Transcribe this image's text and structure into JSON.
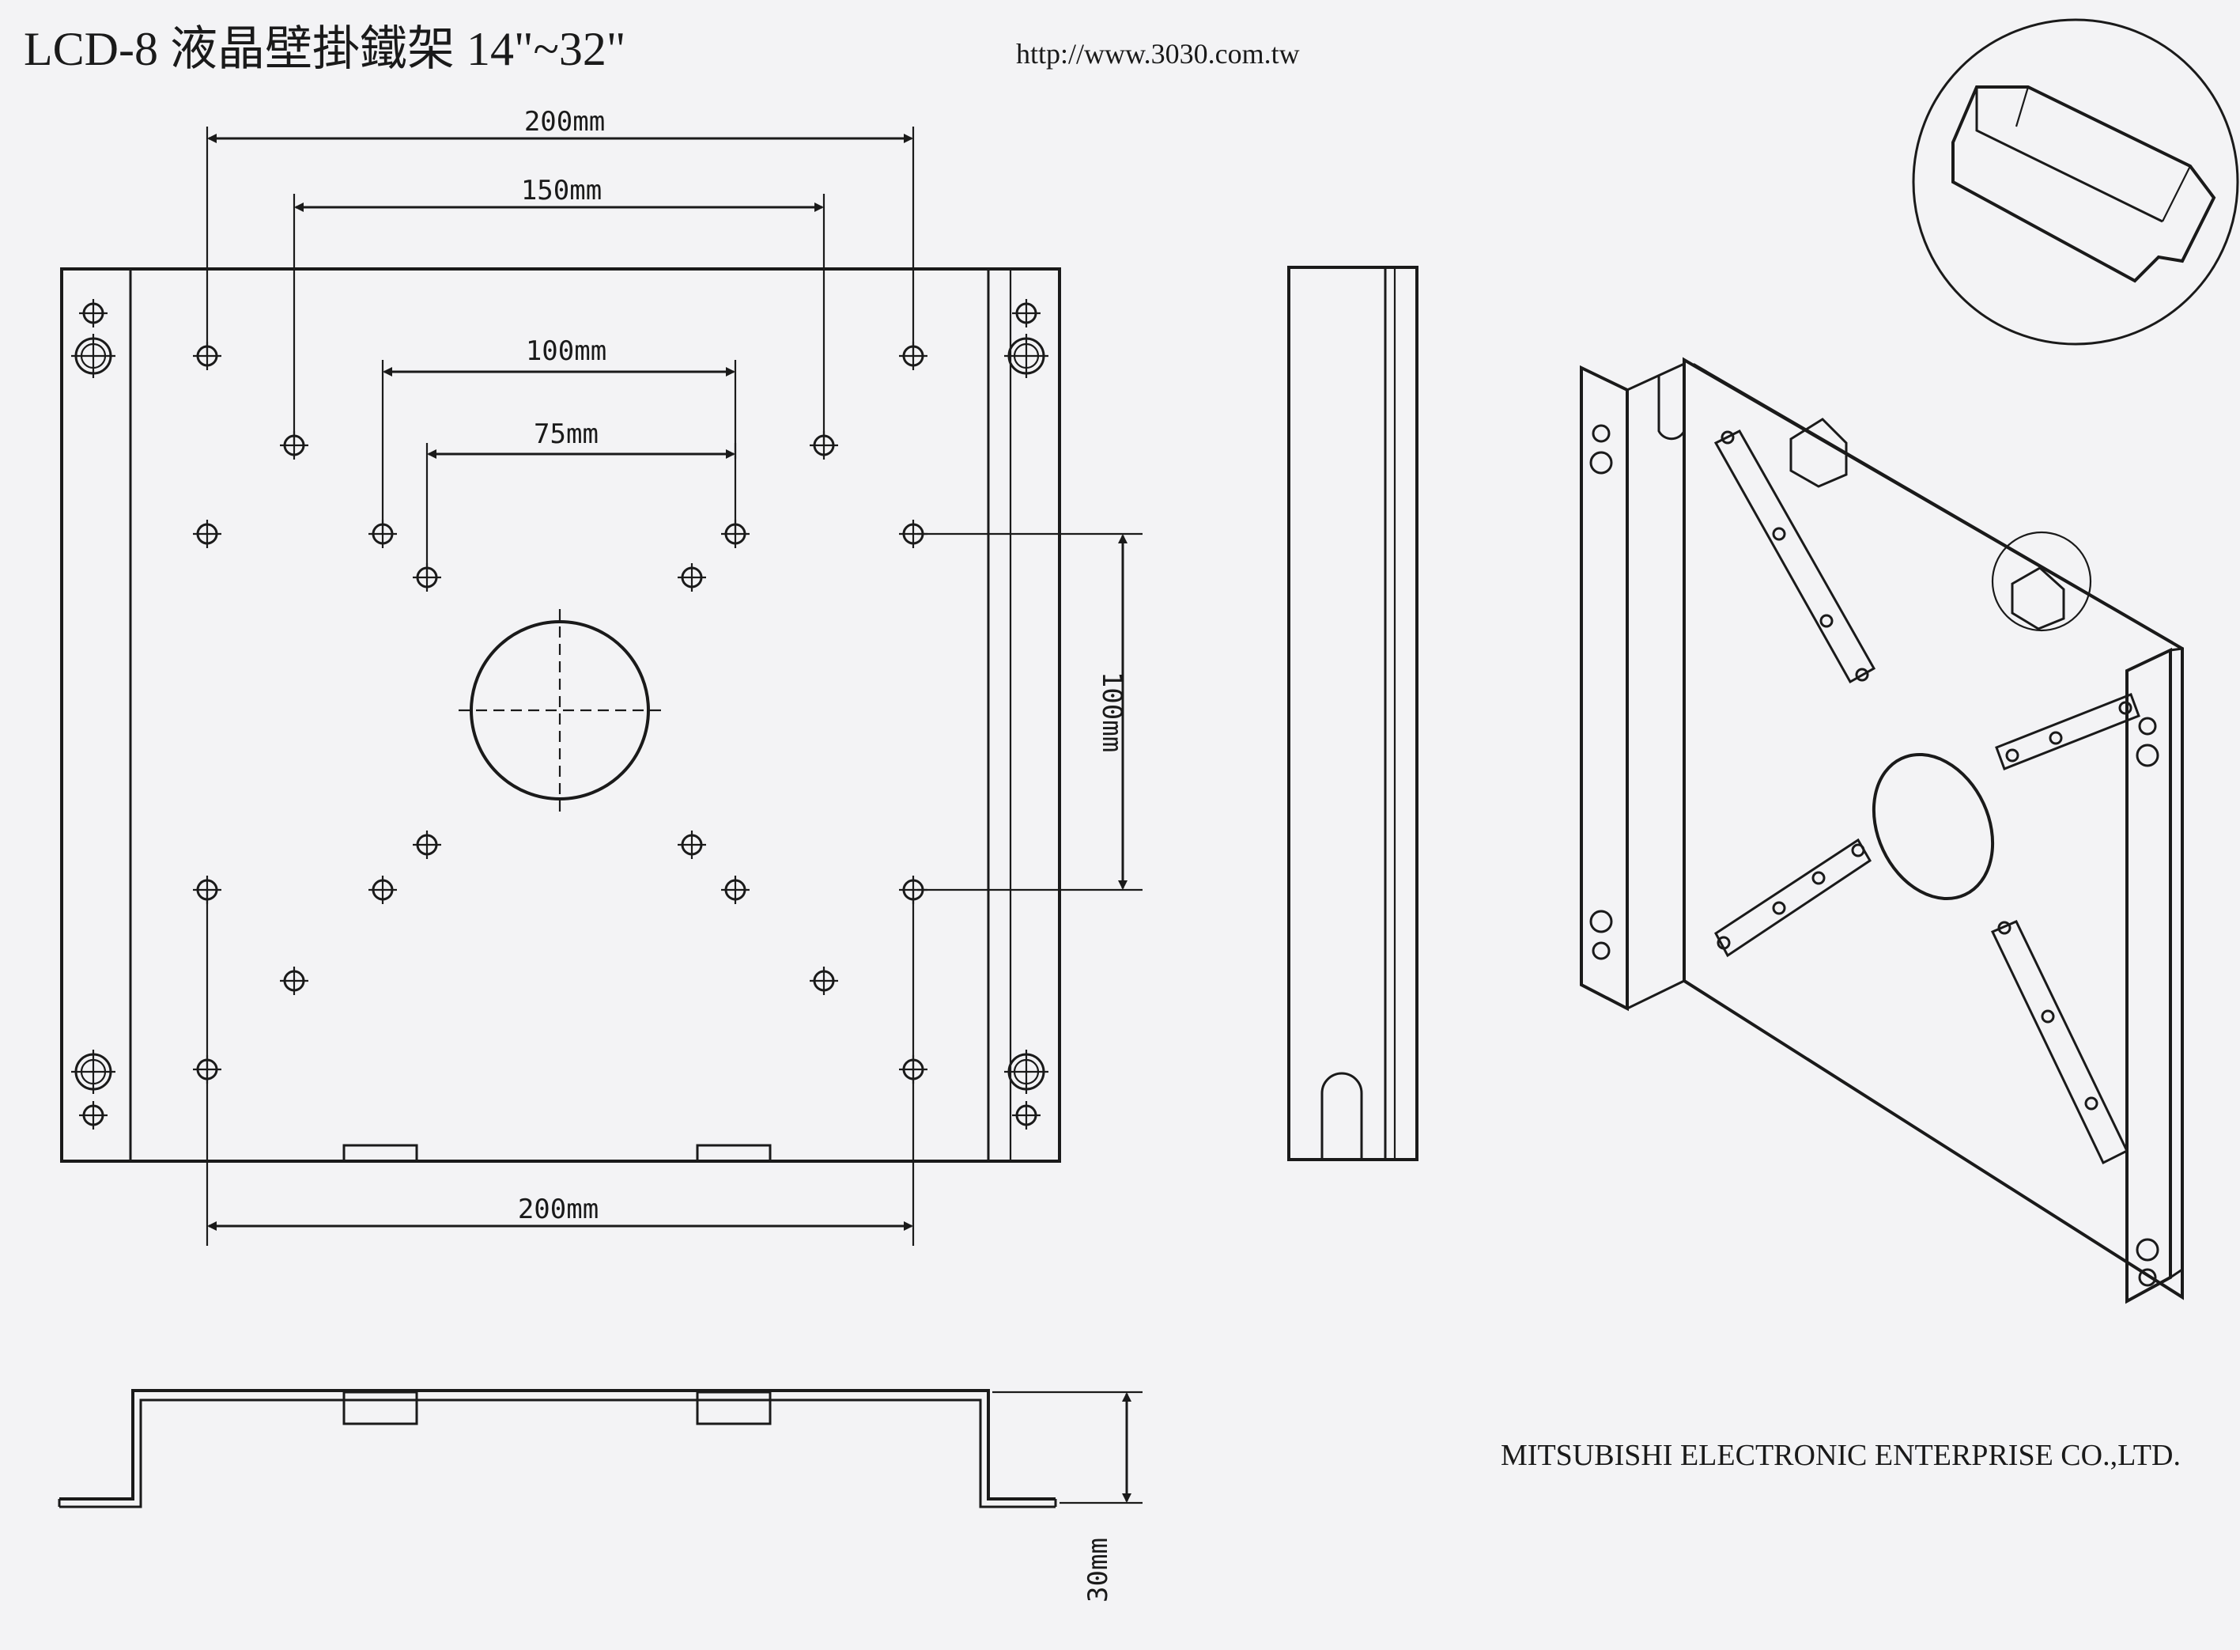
{
  "title": "LCD-8 液晶壁掛鐵架 14\"~32\"",
  "url": "http://www.3030.com.tw",
  "company": "MITSUBISHI ELECTRONIC ENTERPRISE CO.,LTD.",
  "dimensions": {
    "top_200": "200mm",
    "top_150": "150mm",
    "top_100": "100mm",
    "top_75": "75mm",
    "vertical_100": "100mm",
    "bottom_200": "200mm",
    "depth_30": "30mm"
  }
}
